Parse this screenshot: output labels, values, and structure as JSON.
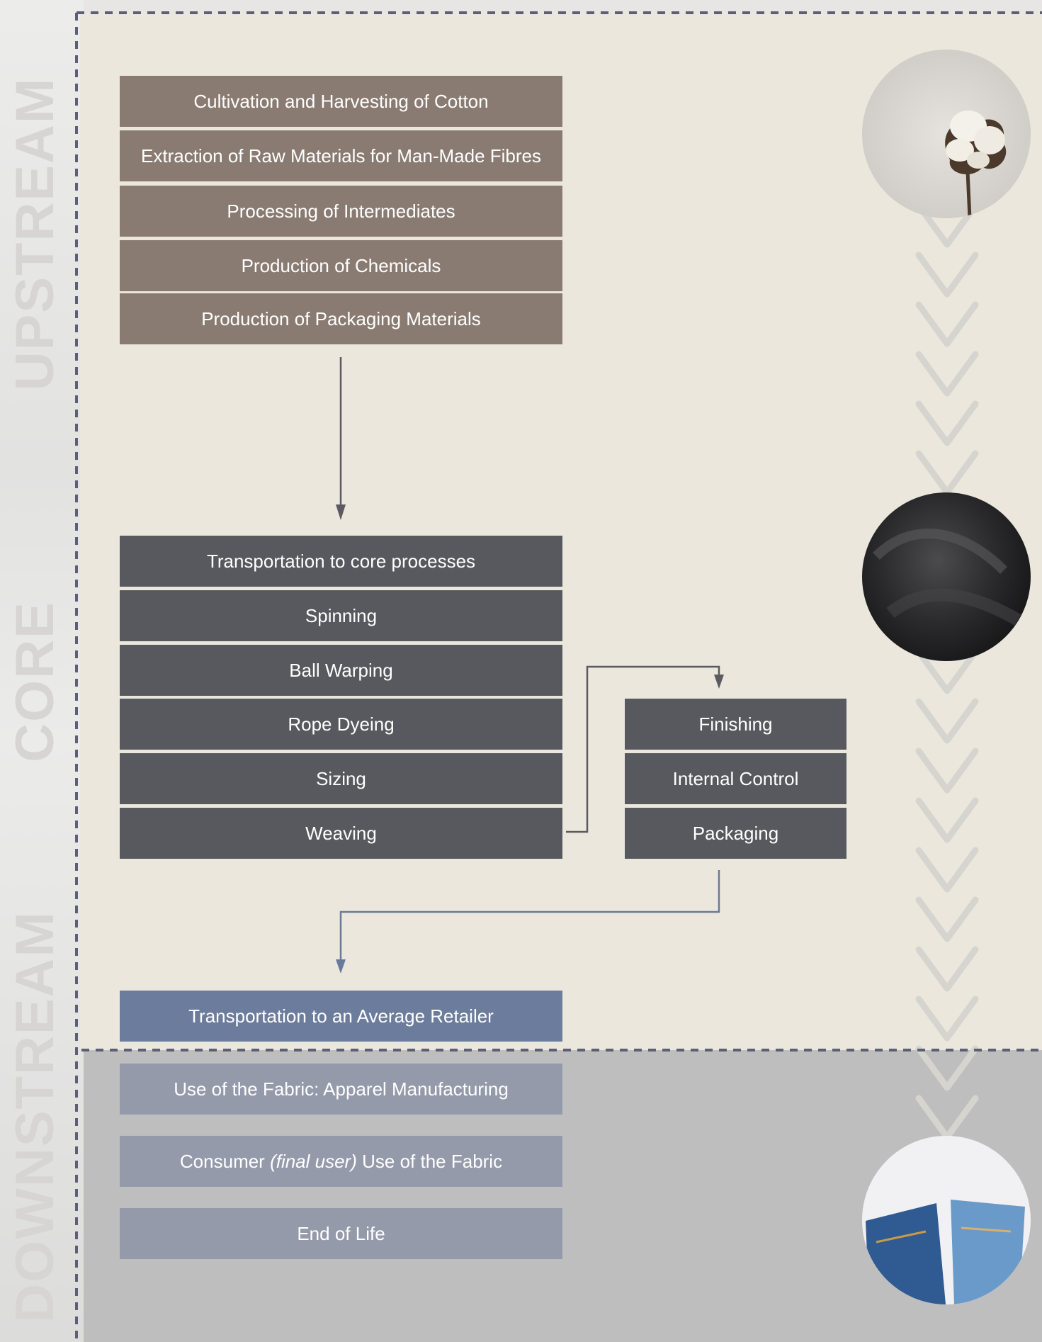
{
  "side_labels": {
    "upstream": "UPSTREAM",
    "core": "CORE",
    "downstream": "DOWNSTREAM"
  },
  "upstream": {
    "items": [
      "Cultivation and Harvesting of Cotton",
      "Extraction of Raw Materials for Man-Made Fibres",
      "Processing of Intermediates",
      "Production of Chemicals",
      "Production of Packaging Materials"
    ]
  },
  "core": {
    "items": [
      "Transportation to core processes",
      "Spinning",
      "Ball Warping",
      "Rope Dyeing",
      "Sizing",
      "Weaving"
    ],
    "finishing_items": [
      "Finishing",
      "Internal Control",
      "Packaging"
    ]
  },
  "downstream": {
    "retail": "Transportation to an Average Retailer",
    "apparel": "Use of the Fabric: Apparel Manufacturing",
    "consumer": {
      "prefix": "Consumer ",
      "italic": "(final user)",
      "suffix": " Use of the Fabric"
    },
    "end_of_life": "End of Life"
  },
  "photos": [
    "cotton-boll-photo",
    "black-fabric-photo",
    "denim-jeans-photo"
  ],
  "colors": {
    "upstream_box": "#8a7b72",
    "core_box": "#58595e",
    "retail_box": "#6c7c9c",
    "downstream_box": "#959aab",
    "background": "#ebe7dd",
    "downstream_background": "#bfbebf"
  }
}
